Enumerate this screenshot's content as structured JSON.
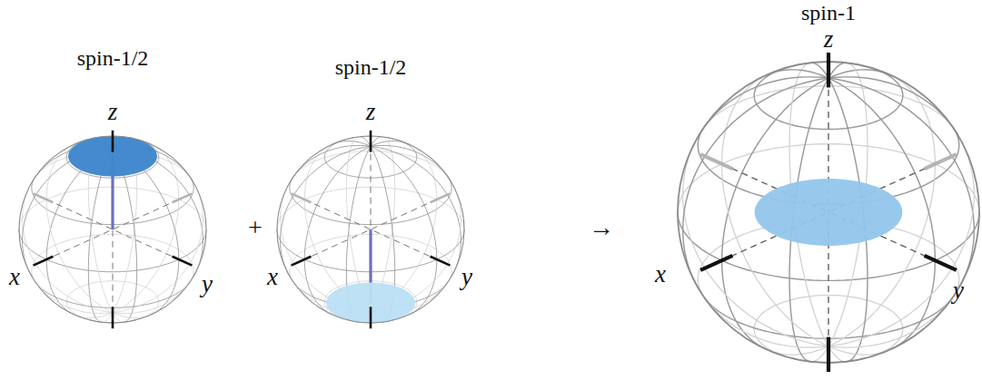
{
  "diagram": {
    "labels": [
      "spin-1/2",
      "z",
      "x",
      "y",
      "+",
      "spin-1/2",
      "z",
      "x",
      "y",
      "→",
      "spin-1",
      "z",
      "x",
      "y"
    ]
  }
}
